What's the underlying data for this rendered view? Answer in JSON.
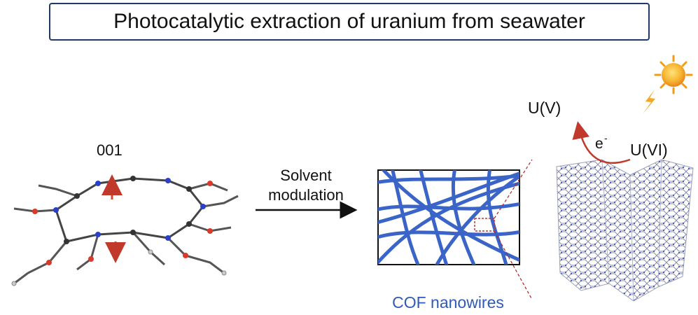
{
  "title": "Photocatalytic extraction of uranium from seawater",
  "labels": {
    "plane": "001",
    "step_line1": "Solvent",
    "step_line2": "modulation",
    "nanowires": "COF nanowires",
    "u5": "U(V)",
    "u6": "U(VI)",
    "electron": "e",
    "electron_sup": "-"
  },
  "colors": {
    "title_border": "#1f3a68",
    "wire_blue": "#3a64c8",
    "nanowire_label": "#2e5bb8",
    "arrow_red": "#c0392b",
    "zoom_line": "#b22222",
    "sun_orange": "#f39c12"
  },
  "icons": [
    "sun-icon",
    "lightning-icon",
    "molecular-structure",
    "cof-stack"
  ]
}
